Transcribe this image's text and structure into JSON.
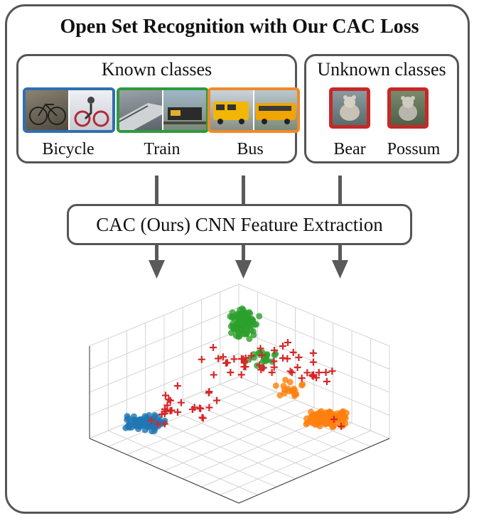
{
  "title": "Open Set Recognition with Our CAC Loss",
  "known": {
    "title": "Known classes",
    "classes": [
      {
        "label": "Bicycle",
        "color": "#2f6fb0"
      },
      {
        "label": "Train",
        "color": "#2e9a3c"
      },
      {
        "label": "Bus",
        "color": "#f08a2a"
      }
    ]
  },
  "unknown": {
    "title": "Unknown classes",
    "classes": [
      {
        "label": "Bear",
        "color": "#c62828"
      },
      {
        "label": "Possum",
        "color": "#c62828"
      }
    ]
  },
  "extractor_label": "CAC (Ours) CNN Feature Extraction",
  "colors": {
    "blue": "#1f77b4",
    "green": "#2ca02c",
    "orange": "#ff7f0e",
    "red": "#d62728",
    "frame": "#555555"
  },
  "icons": [
    "bicycle-photo",
    "train-photo",
    "bus-photo",
    "bear-photo",
    "possum-photo",
    "down-arrow"
  ]
}
